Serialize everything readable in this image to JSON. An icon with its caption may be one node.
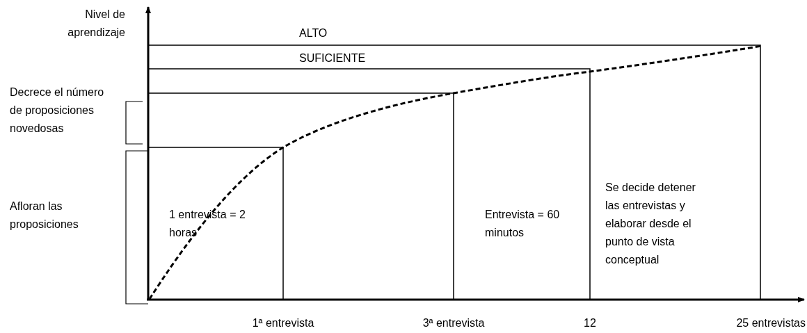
{
  "diagram": {
    "labels": [
      "Nivel de aprendizaje",
      "ALTO",
      "SUFICIENTE",
      "Decrece el número de proposiciones novedosas",
      "Afloran las proposiciones",
      "1 entrevista = 2 horas",
      "Entrevista = 60 minutos",
      "Se decide detener las entrevistas y elaborar desde el punto de vista conceptual",
      "1ª entrevista",
      "3ª entrevista",
      "12",
      "25 entrevistas"
    ]
  }
}
